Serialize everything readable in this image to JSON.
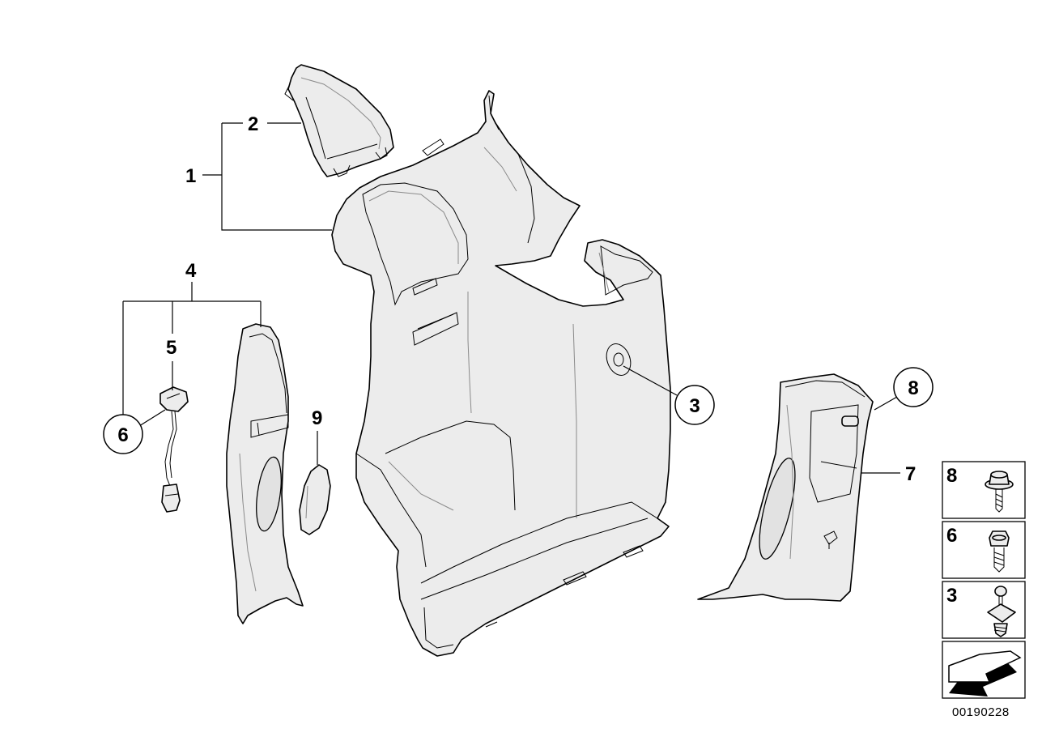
{
  "diagram": {
    "part_labels": {
      "p1": "1",
      "p2": "2",
      "p3": "3",
      "p4": "4",
      "p5": "5",
      "p6": "6",
      "p7": "7",
      "p8": "8",
      "p9": "9"
    },
    "legend": {
      "items": [
        {
          "number": "8",
          "icon": "screw-with-washer-icon"
        },
        {
          "number": "6",
          "icon": "screw-icon"
        },
        {
          "number": "3",
          "icon": "expanding-rivet-icon"
        }
      ],
      "footer_icon": "arrow-icon"
    },
    "reference_code": "00190228"
  }
}
